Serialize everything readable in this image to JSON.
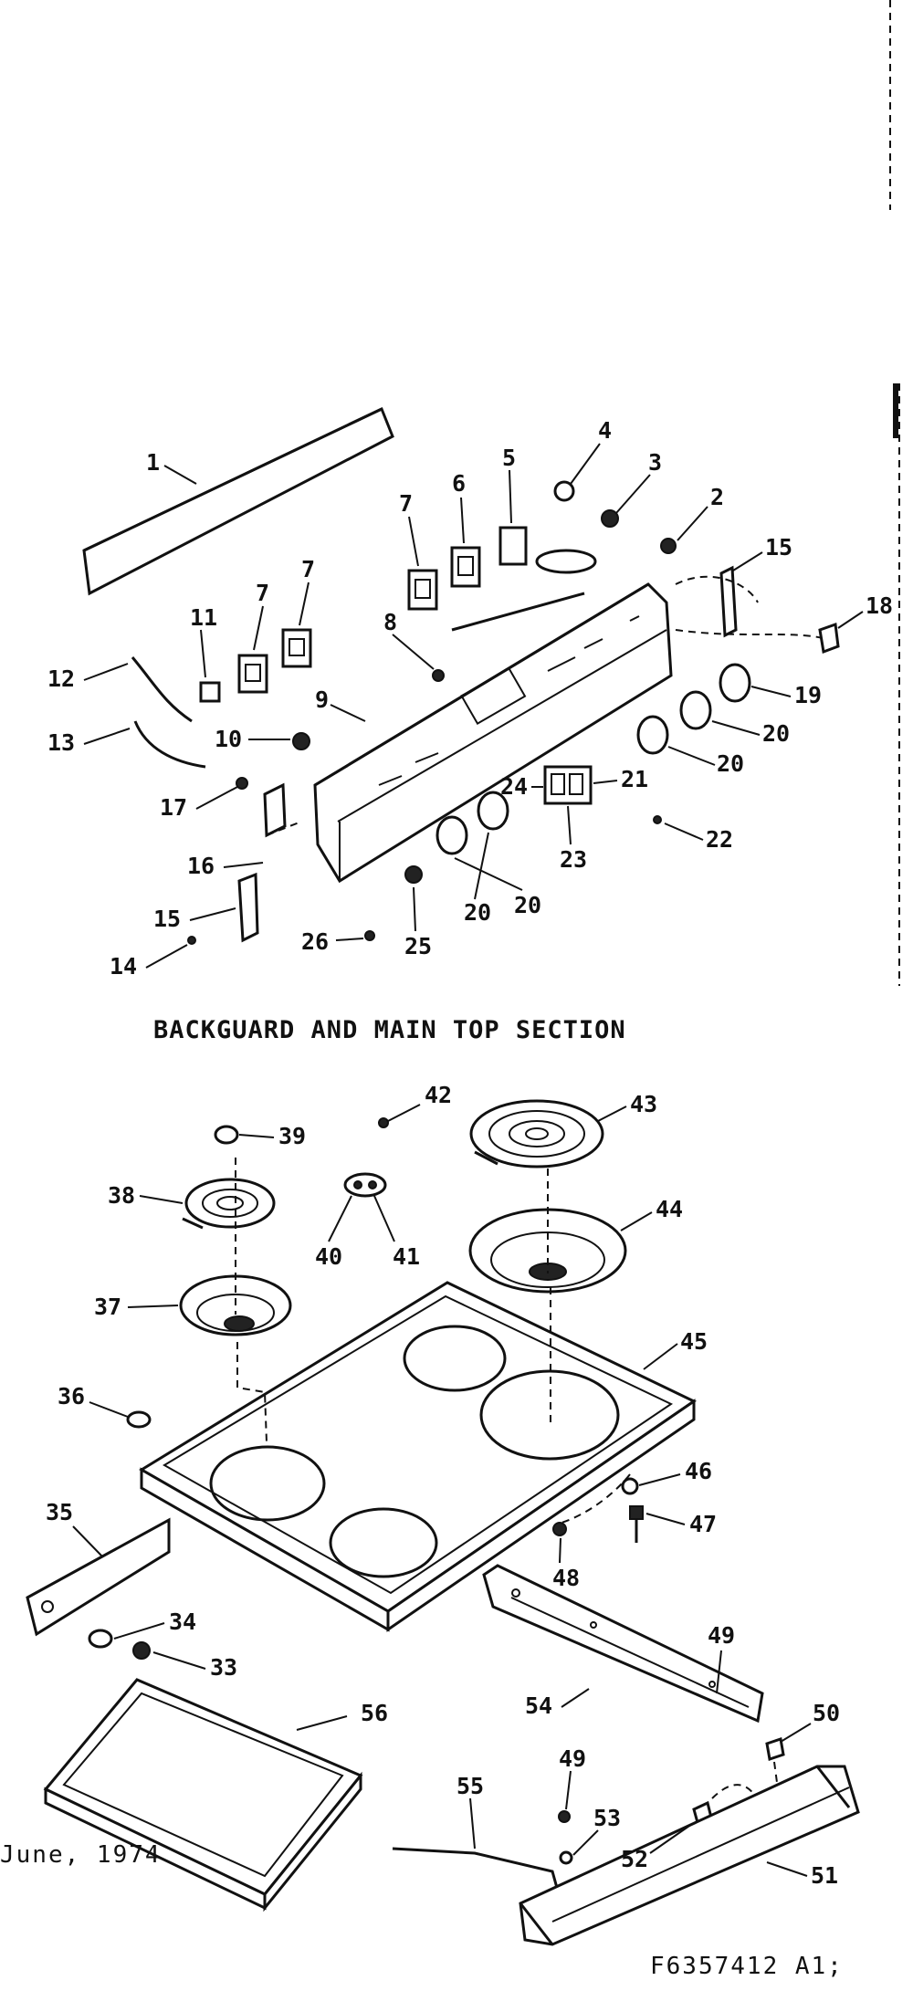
{
  "captions": {
    "section_title": "BACKGUARD AND MAIN TOP SECTION",
    "date": "June, 1974",
    "code": "F6357412  A1;"
  },
  "callouts": {
    "c1": "1",
    "c2": "2",
    "c3": "3",
    "c4": "4",
    "c5": "5",
    "c6": "6",
    "c7a": "7",
    "c7b": "7",
    "c7c": "7",
    "c8": "8",
    "c9": "9",
    "c10": "10",
    "c11": "11",
    "c12": "12",
    "c13": "13",
    "c14": "14",
    "c15a": "15",
    "c15b": "15",
    "c16": "16",
    "c17": "17",
    "c18": "18",
    "c19": "19",
    "c20a": "20",
    "c20b": "20",
    "c20c": "20",
    "c20d": "20",
    "c21": "21",
    "c22": "22",
    "c23": "23",
    "c24": "24",
    "c25": "25",
    "c26": "26",
    "c33": "33",
    "c34": "34",
    "c35": "35",
    "c36": "36",
    "c37": "37",
    "c38": "38",
    "c39": "39",
    "c40": "40",
    "c41": "41",
    "c42": "42",
    "c43": "43",
    "c44": "44",
    "c45": "45",
    "c46": "46",
    "c47": "47",
    "c48": "48",
    "c49a": "49",
    "c49b": "49",
    "c50": "50",
    "c51": "51",
    "c52": "52",
    "c53": "53",
    "c54": "54",
    "c55": "55",
    "c56": "56"
  }
}
